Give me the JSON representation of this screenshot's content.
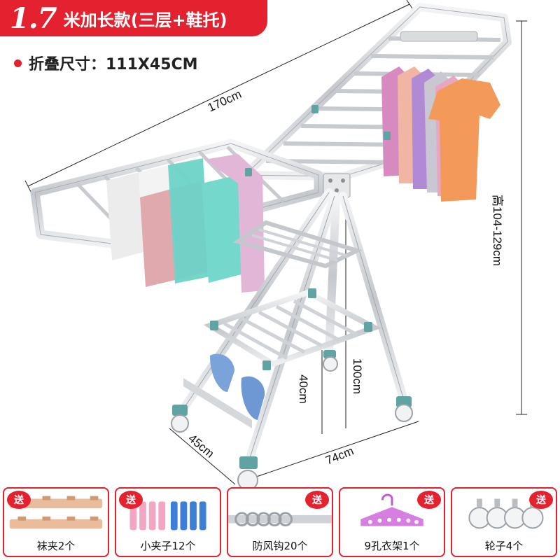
{
  "header": {
    "length_value": "1.7",
    "length_text": "米加长款(三层+鞋托)"
  },
  "folded": {
    "text": "折叠尺寸：111X45CM"
  },
  "dimensions": {
    "length": "170cm",
    "height": "高104-129cm",
    "depth": "45cm",
    "width": "74cm",
    "shelf_height_1": "40cm",
    "shelf_height_2": "100cm"
  },
  "gifts": [
    {
      "label": "袜夹2个",
      "tag": "送"
    },
    {
      "label": "小夹子12个",
      "tag": "送"
    },
    {
      "label": "防风钩20个",
      "tag": "送"
    },
    {
      "label": "9孔衣架1个",
      "tag": "送"
    },
    {
      "label": "轮子4个",
      "tag": "送"
    }
  ],
  "colors": {
    "accent": "#e3212f",
    "frame": "#c9ccd0",
    "joint": "#5fa3a3",
    "towel_pink": "#e9aab4",
    "towel_teal": "#6dd3c8",
    "towel_lilac": "#e2b6d7",
    "shirt_orange": "#f39a5b"
  }
}
